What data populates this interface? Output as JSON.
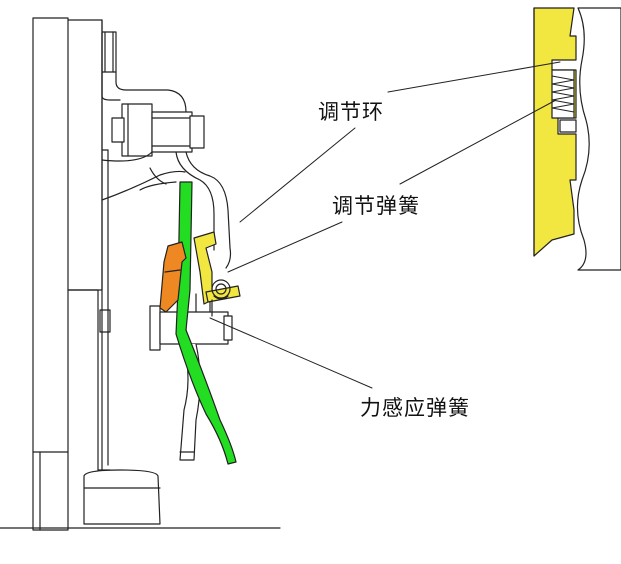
{
  "labels": {
    "adjusting_ring": "调节环",
    "adjusting_spring": "调节弹簧",
    "force_sensing_spring": "力感应弹簧"
  },
  "colors": {
    "green_part": "#22dd22",
    "orange_part": "#ee8822",
    "yellow_part": "#f2e640",
    "line": "#222222",
    "background": "#ffffff"
  }
}
